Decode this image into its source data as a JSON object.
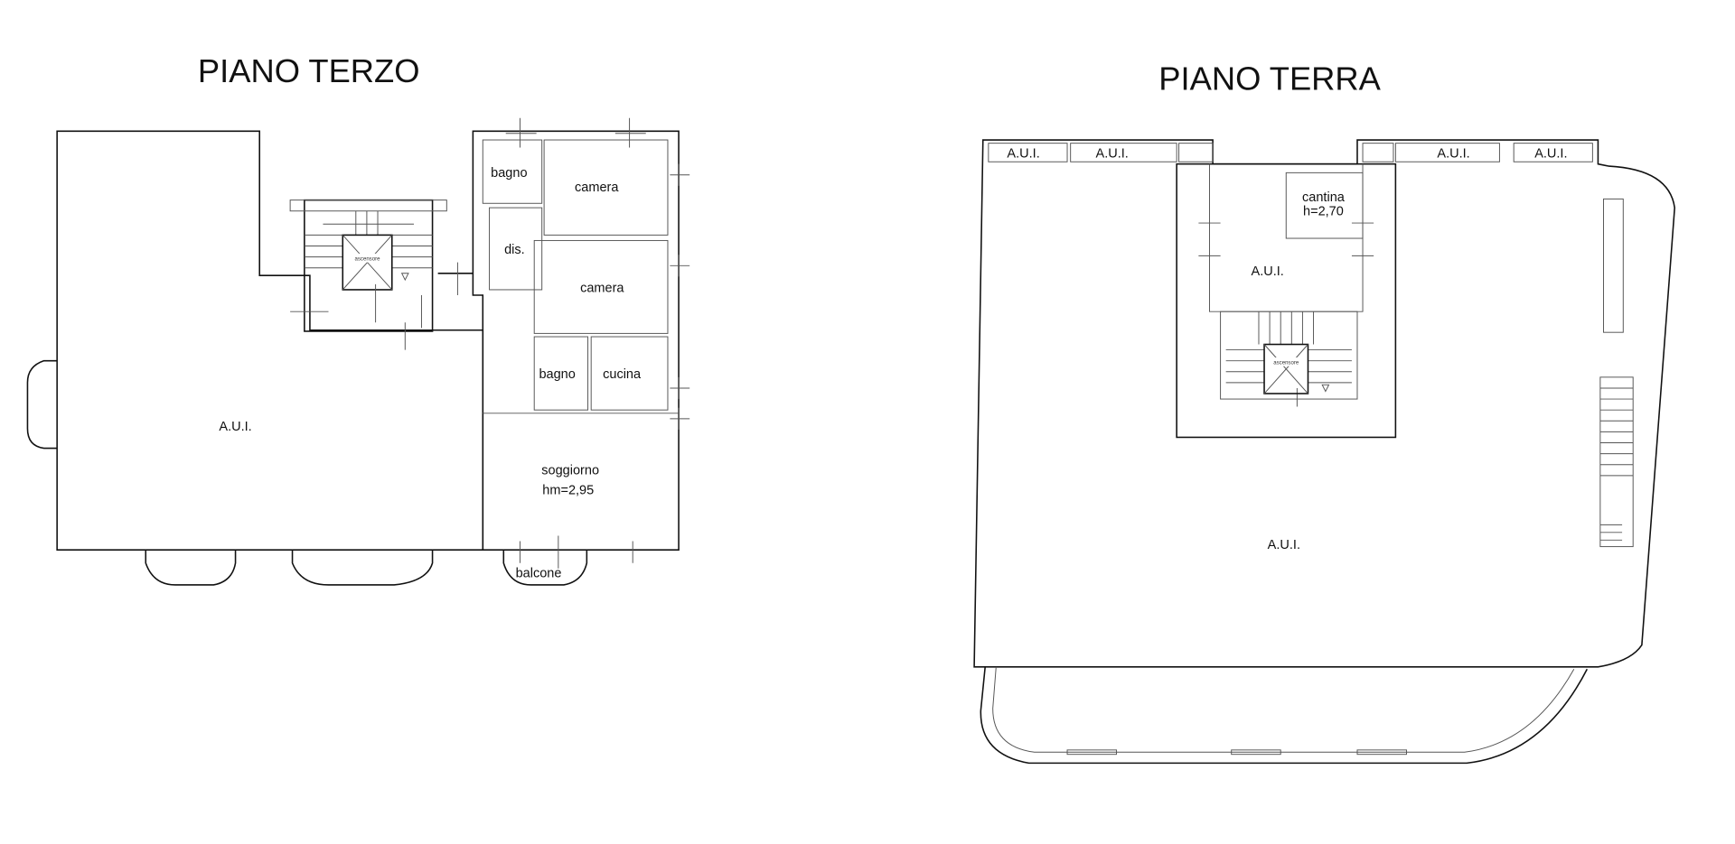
{
  "plans": [
    {
      "title": "PIANO TERZO",
      "rooms": {
        "aui": "A.U.I.",
        "bagno1": "bagno",
        "camera1": "camera",
        "dis": "dis.",
        "camera2": "camera",
        "bagno2": "bagno",
        "cucina": "cucina",
        "soggiorno": "soggiorno",
        "soggiorno_height": "hm=2,95",
        "balcone": "balcone",
        "elevator": "ascensore"
      }
    },
    {
      "title": "PIANO TERRA",
      "rooms": {
        "aui_store1": "A.U.I.",
        "aui_store2": "A.U.I.",
        "aui_store3": "A.U.I.",
        "aui_store4": "A.U.I.",
        "cantina": "cantina",
        "cantina_height": "h=2,70",
        "aui_court": "A.U.I.",
        "aui_main": "A.U.I.",
        "elevator": "ascensore"
      }
    }
  ]
}
